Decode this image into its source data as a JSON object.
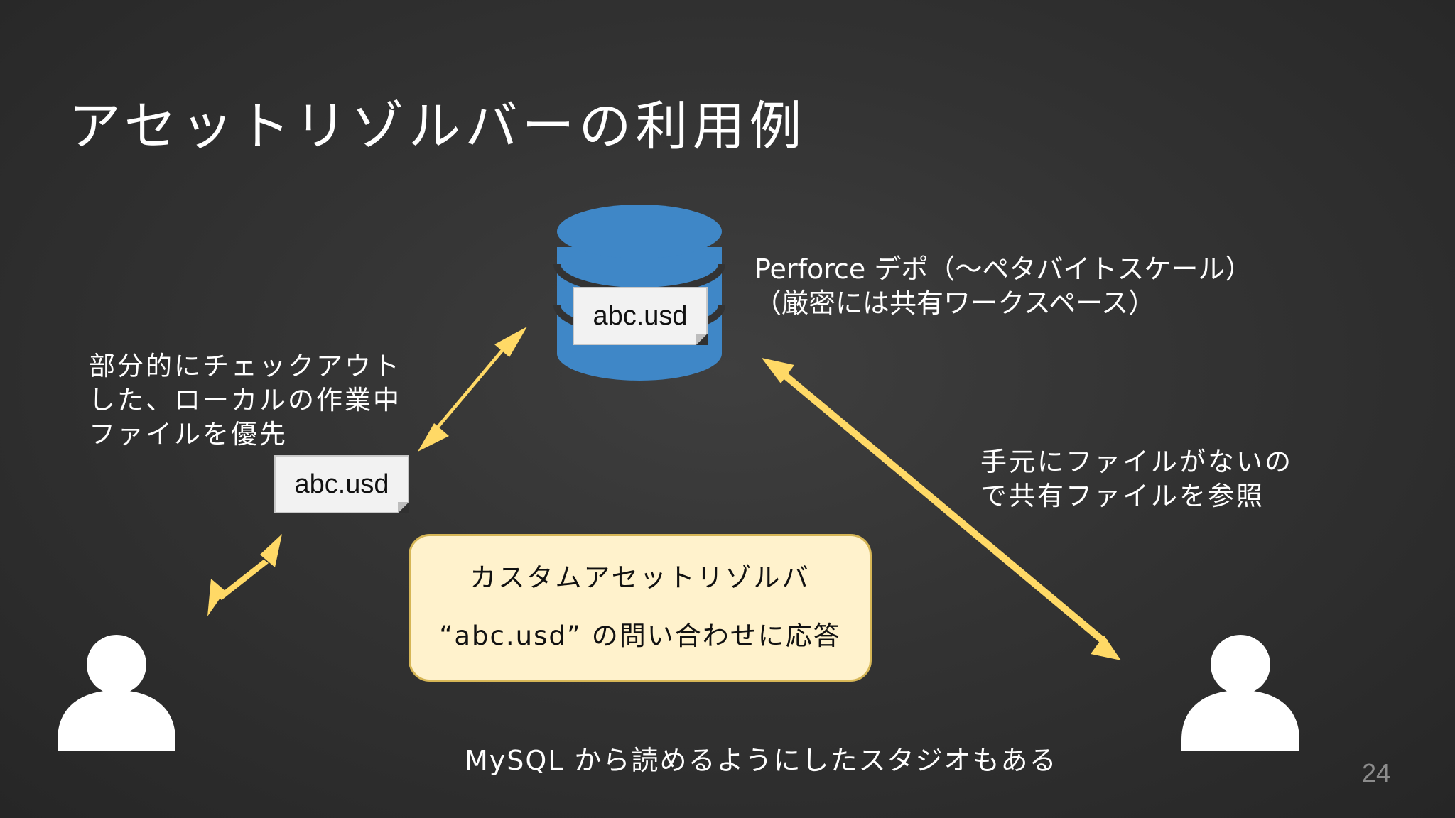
{
  "slide": {
    "title": "アセットリゾルバーの利用例",
    "page_number": "24"
  },
  "depot": {
    "label": "Perforce デポ（～ペタバイトスケール）",
    "sub_label": "（厳密には共有ワークスペース）",
    "file_name": "abc.usd"
  },
  "local": {
    "note": "部分的にチェックアウト\nした、ローカルの作業中\nファイルを優先",
    "file_name": "abc.usd"
  },
  "shared": {
    "note": "手元にファイルがないの\nで共有ファイルを参照"
  },
  "resolver": {
    "title": "カスタムアセットリゾルバ",
    "description": "“abc.usd” の問い合わせに応答"
  },
  "footer": {
    "note": "MySQL から読めるようにしたスタジオもある"
  },
  "colors": {
    "background": "#333333",
    "database_blue": "#3f87c7",
    "arrow_yellow": "#ffd966",
    "resolver_fill": "#fff2cc",
    "resolver_border": "#d6b656"
  },
  "icons": [
    "database-icon",
    "user-icon",
    "user-icon",
    "document-icon"
  ]
}
